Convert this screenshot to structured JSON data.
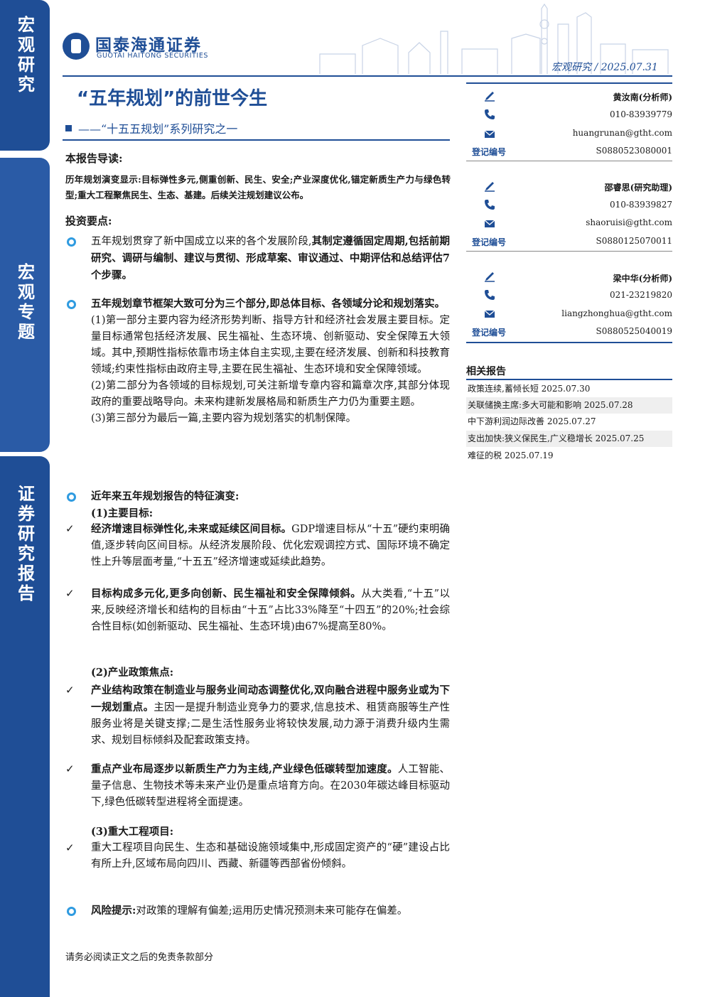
{
  "sidebar": {
    "tab1": "宏观研究",
    "tab2": "宏观专题",
    "tab3": "证券研究报告"
  },
  "header": {
    "logo_cn": "国泰海通证券",
    "logo_en": "GUOTAI HAITONG SECURITIES",
    "tag": "宏观研究 / 2025.07.31"
  },
  "title": "“五年规划”的前世今生",
  "subtitle": "——“十五五规划”系列研究之一",
  "guide": {
    "heading": "本报告导读:",
    "text": "历年规划演变显示:目标弹性多元,侧重创新、民生、安全;产业深度优化,锚定新质生产力与绿色转型;重大工程聚焦民生、生态、基建。后续关注规划建议公布。"
  },
  "points_heading": "投资要点:",
  "bullet1": {
    "lead": "五年规划贯穿了新中国成立以来的各个发展阶段,",
    "bold": "其制定遵循固定周期,包括前期研究、调研与编制、建议与贯彻、形成草案、审议通过、中期评估和总结评估7个步骤。"
  },
  "bullet2": {
    "heading": "五年规划章节框架大致可分为三个部分,即总体目标、各领域分论和规划落实。",
    "p1": "(1)第一部分主要内容为经济形势判断、指导方针和经济社会发展主要目标。定量目标通常包括经济发展、民生福祉、生态环境、创新驱动、安全保障五大领域。其中,预期性指标依靠市场主体自主实现,主要在经济发展、创新和科技教育领域;约束性指标由政府主导,主要在民生福祉、生态环境和安全保障领域。",
    "p2": "(2)第二部分为各领域的目标规划,可关注新增专章内容和篇章次序,其部分体现政府的重要战略导向。未来构建新发展格局和新质生产力仍为重要主题。",
    "p3": "(3)第三部分为最后一篇,主要内容为规划落实的机制保障。"
  },
  "bullet3": {
    "heading": "近年来五年规划报告的特征演变:",
    "s1_heading": "(1)主要目标:",
    "c1_bold": "经济增速目标弹性化,未来或延续区间目标。",
    "c1_text": "GDP增速目标从“十五”硬约束明确值,逐步转向区间目标。从经济发展阶段、优化宏观调控方式、国际环境不确定性上升等层面考量,“十五五”经济增速或延续此趋势。",
    "c2_bold": "目标构成多元化,更多向创新、民生福祉和安全保障倾斜。",
    "c2_text": "从大类看,“十五”以来,反映经济增长和结构的目标由“十五”占比33%降至“十四五”的20%;社会综合性目标(如创新驱动、民生福祉、生态环境)由67%提高至80%。",
    "s2_heading": "(2)产业政策焦点:",
    "c3_bold": "产业结构政策在制造业与服务业间动态调整优化,双向融合进程中服务业或为下一规划重点。",
    "c3_text": "主因一是提升制造业竞争力的要求,信息技术、租赁商服等生产性服务业将是关键支撑;二是生活性服务业将较快发展,动力源于消费升级内生需求、规划目标倾斜及配套政策支持。",
    "c4_bold": "重点产业布局逐步以新质生产力为主线,产业绿色低碳转型加速度。",
    "c4_text": "人工智能、量子信息、生物技术等未来产业仍是重点培育方向。在2030年碳达峰目标驱动下,绿色低碳转型进程将全面提速。",
    "s3_heading": "(3)重大工程项目:",
    "c5_text": "重大工程项目向民生、生态和基础设施领域集中,形成固定资产的“硬”建设占比有所上升,区域布局向四川、西藏、新疆等西部省份倾斜。"
  },
  "risk": {
    "bold": "风险提示:",
    "text": "对政策的理解有偏差;运用历史情况预测未来可能存在偏差。"
  },
  "footer_note": "请务必阅读正文之后的免责条款部分",
  "analysts": [
    {
      "name": "黄汝南(分析师)",
      "phone": "010-83939779",
      "email": "huangrunan@gtht.com",
      "reg_label": "登记编号",
      "reg": "S0880523080001"
    },
    {
      "name": "邵睿思(研究助理)",
      "phone": "010-83939827",
      "email": "shaoruisi@gtht.com",
      "reg_label": "登记编号",
      "reg": "S0880125070011"
    },
    {
      "name": "梁中华(分析师)",
      "phone": "021-23219820",
      "email": "liangzhonghua@gtht.com",
      "reg_label": "登记编号",
      "reg": "S0880525040019"
    }
  ],
  "related": {
    "title": "相关报告",
    "items": [
      "政策连续,蓄倾长短 2025.07.30",
      "关联储换主席:多大可能和影响 2025.07.28",
      "中下游利润边际改善 2025.07.27",
      "支出加快:狭义保民生,广义稳增长 2025.07.25",
      "难征的税 2025.07.19"
    ]
  },
  "colors": {
    "brand": "#1f4e96",
    "bullet": "#2f9be0"
  }
}
